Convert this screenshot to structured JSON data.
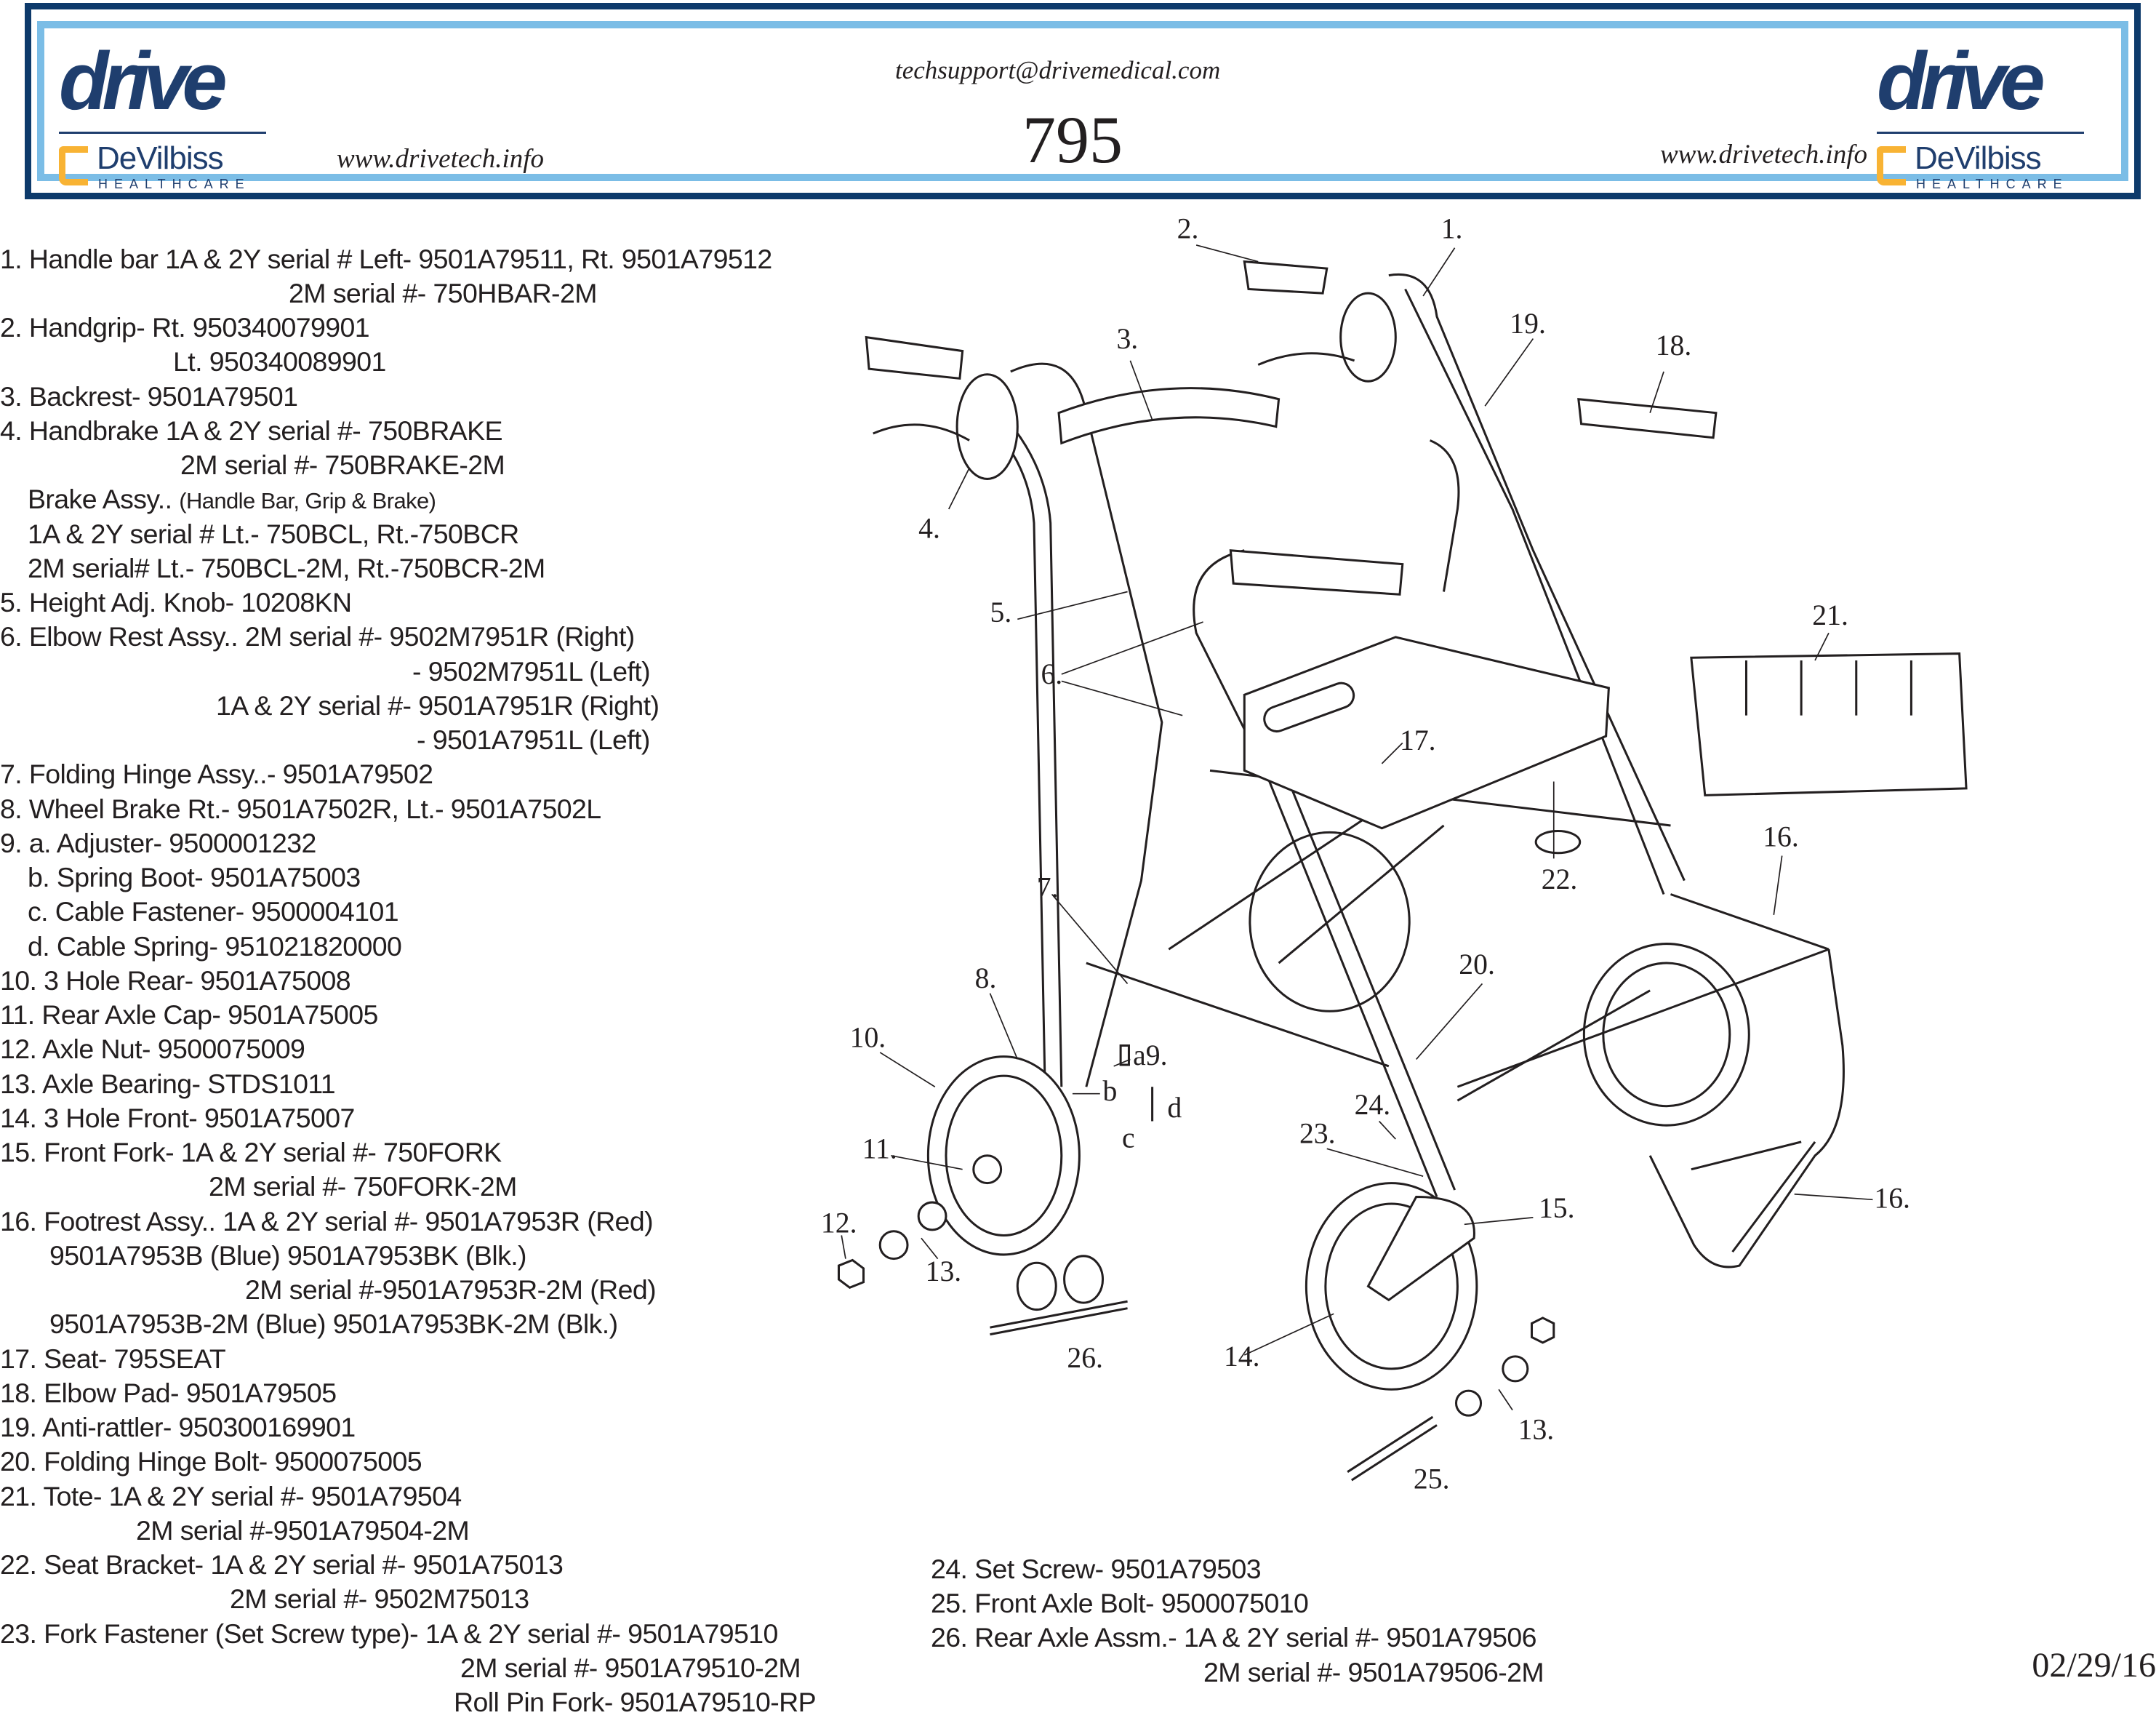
{
  "header": {
    "brand": "drive",
    "sub_brand": "DeVilbiss",
    "sub_brand_tag": "HEALTHCARE",
    "email": "techsupport@drivemedical.com",
    "model_number": "795",
    "website": "www.drivetech.info"
  },
  "parts_list": [
    "1. Handle bar 1A & 2Y serial # Left- 9501A79511, Rt. 9501A79512",
    "2M serial #- 750HBAR-2M",
    "2. Handgrip- Rt. 950340079901",
    "Lt. 950340089901",
    "3. Backrest- 9501A79501",
    "4. Handbrake 1A & 2Y serial #- 750BRAKE",
    "2M serial #- 750BRAKE-2M",
    "Brake Assy.. ",
    "(Handle Bar, Grip & Brake)",
    "1A & 2Y serial # Lt.- 750BCL, Rt.-750BCR",
    "2M serial# Lt.- 750BCL-2M, Rt.-750BCR-2M",
    "5. Height Adj. Knob- 10208KN",
    "6. Elbow Rest Assy.. 2M serial #- 9502M7951R (Right)",
    "- 9502M7951L (Left)",
    "1A & 2Y serial #- 9501A7951R (Right)",
    "- 9501A7951L (Left)",
    "7. Folding Hinge Assy..- 9501A79502",
    "8. Wheel Brake Rt.- 9501A7502R, Lt.- 9501A7502L",
    "9. a. Adjuster- 9500001232",
    "b. Spring Boot- 9501A75003",
    "c. Cable Fastener- 9500004101",
    "d. Cable Spring- 951021820000",
    "10. 3 Hole Rear- 9501A75008",
    "11. Rear Axle Cap- 9501A75005",
    "12. Axle Nut- 9500075009",
    "13. Axle Bearing- STDS1011",
    "14. 3 Hole Front- 9501A75007",
    "15. Front Fork- 1A & 2Y serial #- 750FORK",
    "2M serial #- 750FORK-2M",
    "16. Footrest Assy.. 1A & 2Y serial #- 9501A7953R (Red)",
    "9501A7953B (Blue) 9501A7953BK (Blk.)",
    "2M serial #-9501A7953R-2M (Red)",
    "9501A7953B-2M (Blue) 9501A7953BK-2M (Blk.)",
    "17. Seat- 795SEAT",
    "18. Elbow Pad- 9501A79505",
    "19. Anti-rattler- 950300169901",
    "20. Folding Hinge Bolt- 9500075005",
    "21. Tote- 1A & 2Y serial #- 9501A79504",
    "2M serial #-9501A79504-2M",
    "22. Seat Bracket- 1A & 2Y serial #- 9501A75013",
    "2M serial #- 9502M75013",
    "23. Fork Fastener (Set Screw type)- 1A & 2Y serial #- 9501A79510",
    "2M serial #- 9501A79510-2M",
    "Roll Pin Fork- 9501A79510-RP"
  ],
  "parts_list_2": [
    "24. Set Screw- 9501A79503",
    "25. Front Axle Bolt- 9500075010",
    "26. Rear Axle Assm.- 1A & 2Y serial #- 9501A79506",
    "2M serial #- 9501A79506-2M"
  ],
  "callouts": [
    "1.",
    "2.",
    "3.",
    "4.",
    "5.",
    "6.",
    "7.",
    "8.",
    "a9.",
    "b",
    "c",
    "d",
    "10.",
    "11.",
    "12.",
    "13.",
    "14.",
    "15.",
    "16.",
    "17.",
    "18.",
    "19.",
    "20.",
    "21.",
    "22.",
    "23.",
    "24.",
    "25.",
    "26."
  ],
  "date": "02/29/16",
  "colors": {
    "navy": "#0d3a6b",
    "light_blue": "#7bbde6",
    "brand_orange": "#f8b334",
    "brand_blue": "#1f3e6e"
  }
}
